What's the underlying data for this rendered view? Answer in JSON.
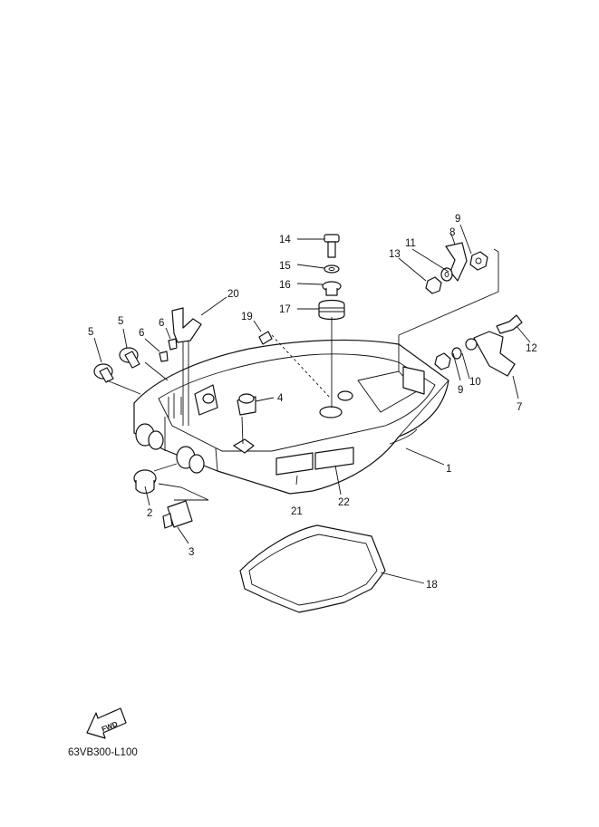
{
  "diagram": {
    "drawing_code": "63VB300-L100",
    "fwd_label": "FWD",
    "callouts": [
      {
        "id": "c1",
        "text": "1"
      },
      {
        "id": "c2",
        "text": "2"
      },
      {
        "id": "c3",
        "text": "3"
      },
      {
        "id": "c4",
        "text": "4"
      },
      {
        "id": "c5a",
        "text": "5"
      },
      {
        "id": "c5b",
        "text": "5"
      },
      {
        "id": "c6a",
        "text": "6"
      },
      {
        "id": "c6b",
        "text": "6"
      },
      {
        "id": "c7",
        "text": "7"
      },
      {
        "id": "c8",
        "text": "8"
      },
      {
        "id": "c9a",
        "text": "9"
      },
      {
        "id": "c9b",
        "text": "9"
      },
      {
        "id": "c10",
        "text": "10"
      },
      {
        "id": "c11",
        "text": "11"
      },
      {
        "id": "c12",
        "text": "12"
      },
      {
        "id": "c13",
        "text": "13"
      },
      {
        "id": "c14",
        "text": "14"
      },
      {
        "id": "c15",
        "text": "15"
      },
      {
        "id": "c16",
        "text": "16"
      },
      {
        "id": "c17",
        "text": "17"
      },
      {
        "id": "c18",
        "text": "18"
      },
      {
        "id": "c19",
        "text": "19"
      },
      {
        "id": "c20",
        "text": "20"
      },
      {
        "id": "c21",
        "text": "21"
      },
      {
        "id": "c22",
        "text": "22"
      }
    ]
  }
}
